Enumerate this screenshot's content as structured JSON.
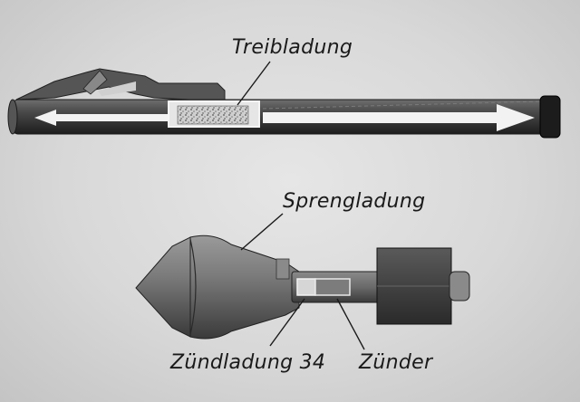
{
  "labels": {
    "propellant": "Treibladung",
    "explosive": "Sprengladung",
    "booster": "Zündladung 34",
    "fuze": "Zünder"
  },
  "colors": {
    "background": "#dcdcdc",
    "tube": "#4a4a4a",
    "ink": "#1a1a1a",
    "arrow": "#f2f2f2"
  }
}
